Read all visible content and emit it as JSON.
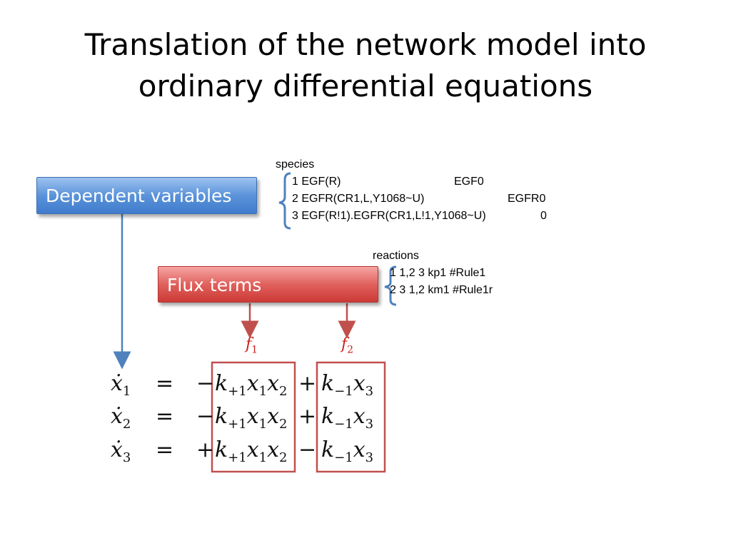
{
  "title": {
    "line1": "Translation of the network model into",
    "line2": "ordinary differential equations"
  },
  "boxes": {
    "dependent": "Dependent variables",
    "flux": "Flux terms"
  },
  "species": {
    "header": "species",
    "rows": [
      {
        "name": "1 EGF(R)",
        "value": "EGF0"
      },
      {
        "name": "2 EGFR(CR1,L,Y1068~U)",
        "value": "EGFR0"
      },
      {
        "name": "3 EGF(R!1).EGFR(CR1,L!1,Y1068~U)",
        "value": "0"
      }
    ]
  },
  "reactions": {
    "header": "reactions",
    "rows": [
      "1 1,2 3 kp1 #Rule1",
      "2 3 1,2 km1 #Rule1r"
    ]
  },
  "flux_labels": {
    "f1": {
      "base": "f",
      "sub": "1"
    },
    "f2": {
      "base": "f",
      "sub": "2"
    }
  },
  "equations": [
    {
      "var": "ẋ",
      "sub": "1",
      "eq": "=",
      "sign1": "−",
      "t1": "k",
      "t1sub": "+1",
      "t1rest": "x",
      "x1": "1",
      "x2": "x",
      "x2sub": "2",
      "sign2": "+",
      "t2": "k",
      "t2sub": "−1",
      "t2rest": "x",
      "t2x": "3"
    },
    {
      "var": "ẋ",
      "sub": "2",
      "eq": "=",
      "sign1": "−",
      "t1": "k",
      "t1sub": "+1",
      "t1rest": "x",
      "x1": "1",
      "x2": "x",
      "x2sub": "2",
      "sign2": "+",
      "t2": "k",
      "t2sub": "−1",
      "t2rest": "x",
      "t2x": "3"
    },
    {
      "var": "ẋ",
      "sub": "3",
      "eq": "=",
      "sign1": "+",
      "t1": "k",
      "t1sub": "+1",
      "t1rest": "x",
      "x1": "1",
      "x2": "x",
      "x2sub": "2",
      "sign2": "−",
      "t2": "k",
      "t2sub": "−1",
      "t2rest": "x",
      "t2x": "3"
    }
  ],
  "colors": {
    "blue_arrow": "#4f81bd",
    "red_arrow": "#c0504d",
    "flux_label": "#cc1f1a"
  }
}
